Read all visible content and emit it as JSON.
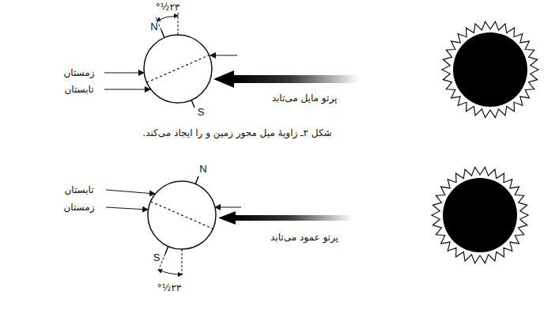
{
  "diagram": {
    "caption": "شکل ۲ـ زاویهٔ میل محور زمین و را ایجاد می‌کند.",
    "labels": [
      "۲۳½°",
      "N",
      "زمستان",
      "تابستان",
      "S",
      "پرتو مایل می‌تابد",
      "تابستان",
      "N",
      "زمستان",
      "پرتو عمود می‌تابد",
      "S",
      "۲۳½°"
    ]
  }
}
